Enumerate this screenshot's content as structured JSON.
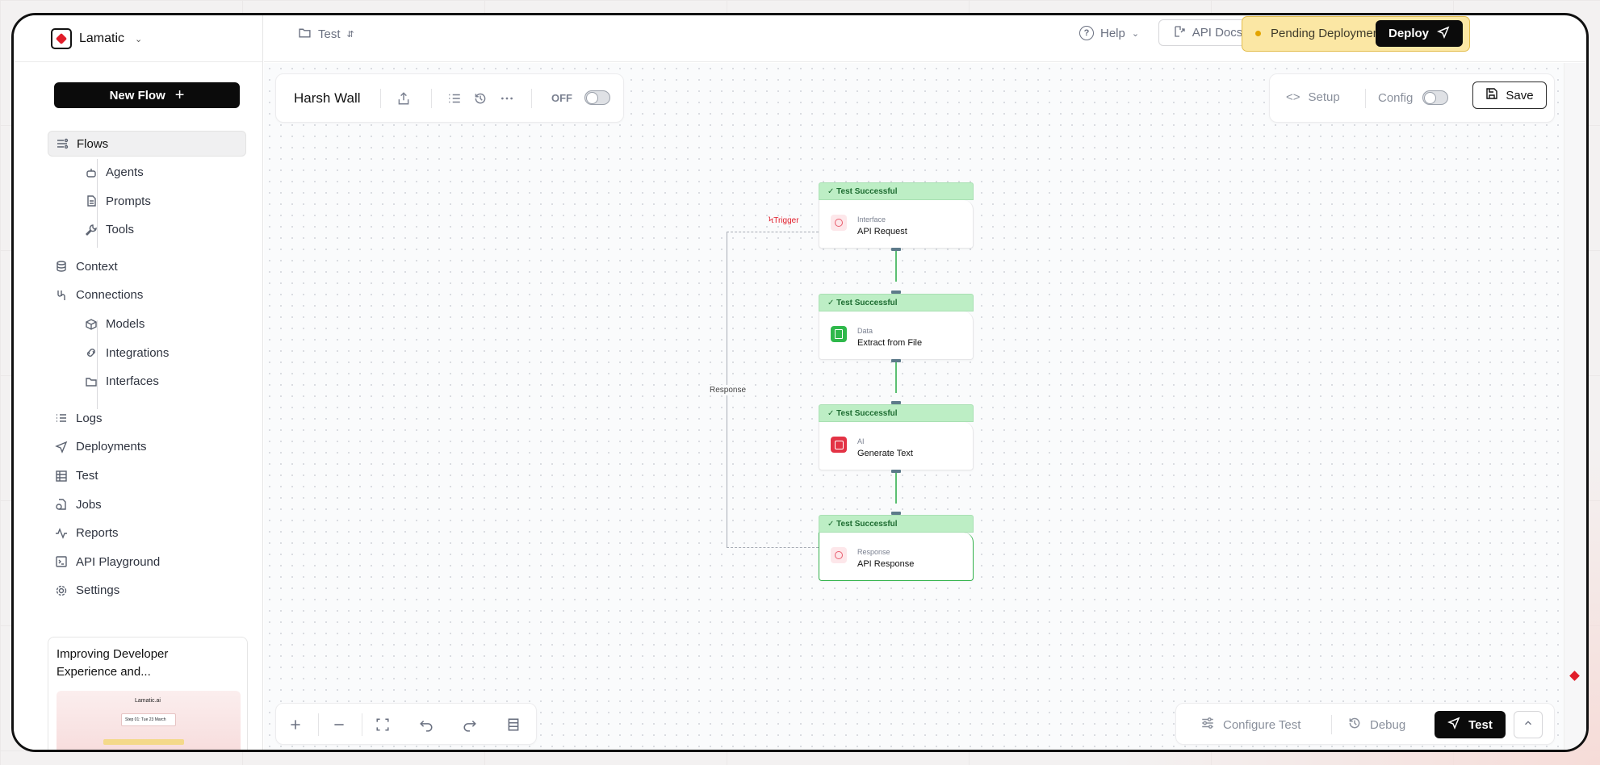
{
  "app": {
    "name": "Lamatic",
    "accent": "#e11d2a"
  },
  "header": {
    "breadcrumb": "Test",
    "help_label": "Help",
    "api_docs_label": "API Docs",
    "pending_label": "Pending Deployments",
    "deploy_label": "Deploy"
  },
  "sidebar": {
    "new_flow_label": "New Flow",
    "items": [
      {
        "label": "Flows",
        "icon": "flows-icon",
        "active": true
      },
      {
        "label": "Agents",
        "icon": "bot-icon",
        "sub": true
      },
      {
        "label": "Prompts",
        "icon": "file-text-icon",
        "sub": true
      },
      {
        "label": "Tools",
        "icon": "wrench-icon",
        "sub": true
      },
      {
        "label": "Context",
        "icon": "database-icon"
      },
      {
        "label": "Connections",
        "icon": "plug-icon"
      },
      {
        "label": "Models",
        "icon": "box-icon",
        "sub": true
      },
      {
        "label": "Integrations",
        "icon": "link-icon",
        "sub": true
      },
      {
        "label": "Interfaces",
        "icon": "folder-open-icon",
        "sub": true
      },
      {
        "label": "Logs",
        "icon": "list-icon"
      },
      {
        "label": "Deployments",
        "icon": "send-icon"
      },
      {
        "label": "Test",
        "icon": "table-icon"
      },
      {
        "label": "Jobs",
        "icon": "file-clock-icon"
      },
      {
        "label": "Reports",
        "icon": "activity-icon"
      },
      {
        "label": "API Playground",
        "icon": "terminal-icon"
      },
      {
        "label": "Settings",
        "icon": "gear-icon"
      }
    ],
    "promo": {
      "title": "Improving Developer Experience and...",
      "thumb_logo": "Lamatic.ai",
      "thumb_card": "Step 01: Tue 23 March"
    }
  },
  "flow_toolbar": {
    "flow_name": "Harsh Wall",
    "toggle_label": "OFF",
    "toggle_on": false
  },
  "setup_toolbar": {
    "setup_label": "Setup",
    "config_label": "Config",
    "save_label": "Save"
  },
  "bottom_toolbar": {
    "configure_test_label": "Configure Test",
    "debug_label": "Debug",
    "test_label": "Test"
  },
  "canvas": {
    "trigger_label": "ϞTrigger",
    "response_edge_label": "Response",
    "nodes": [
      {
        "status": "✓ Test Successful",
        "kind": "Interface",
        "title": "API Request"
      },
      {
        "status": "✓ Test Successful",
        "kind": "Data",
        "title": "Extract from File"
      },
      {
        "status": "✓ Test Successful",
        "kind": "AI",
        "title": "Generate Text"
      },
      {
        "status": "✓ Test Successful",
        "kind": "Response",
        "title": "API Response"
      }
    ]
  }
}
